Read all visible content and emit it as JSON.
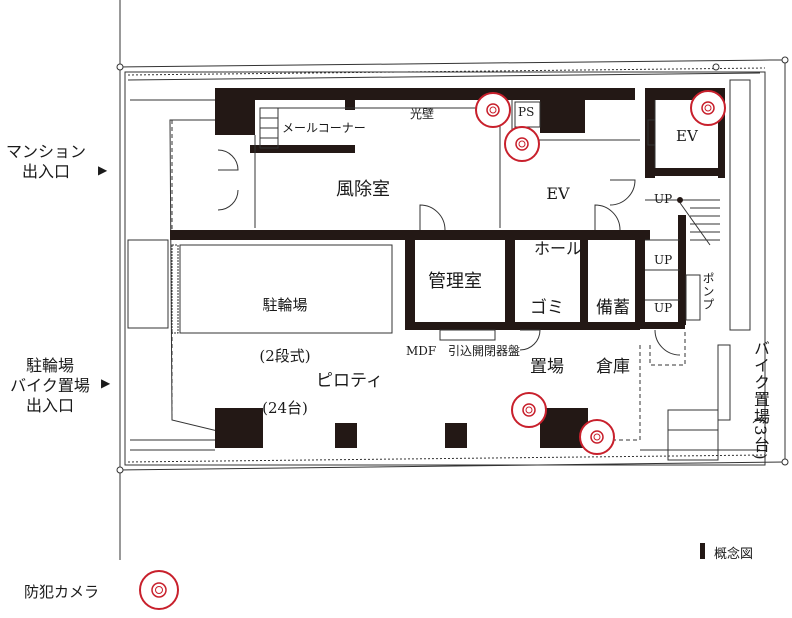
{
  "entrances": {
    "mansion": {
      "line1": "マンション",
      "line2": "出入口"
    },
    "parking": {
      "line1": "駐輪場",
      "line2": "バイク置場",
      "line3": "出入口"
    }
  },
  "rooms": {
    "mail_corner": "メールコーナー",
    "light_wall": "光壁",
    "ps": "PS",
    "ev_hall_line1": "EV",
    "ev_hall_line2": "ホール",
    "ev": "EV",
    "windbreak": "風除室",
    "bicycle_line1": "駐輪場",
    "bicycle_line2": "(2段式)",
    "bicycle_line3": "(24台)",
    "management": "管理室",
    "garbage_line1": "ゴミ",
    "garbage_line2": "置場",
    "storage_line1": "備蓄",
    "storage_line2": "倉庫",
    "mdf": "MDF",
    "switchboard": "引込開閉器盤",
    "piloti": "ピロティ",
    "pump": "ポンプ",
    "up1": "UP",
    "up2": "UP",
    "up3": "UP",
    "bike_parking_vertical": "バイク置場",
    "bike_parking_count": "(3台)"
  },
  "legend": {
    "camera_label": "防犯カメラ",
    "concept_note": "概念図",
    "camera_color": "#c8202c"
  },
  "icons": [
    "camera-icon",
    "arrow-right-icon"
  ]
}
